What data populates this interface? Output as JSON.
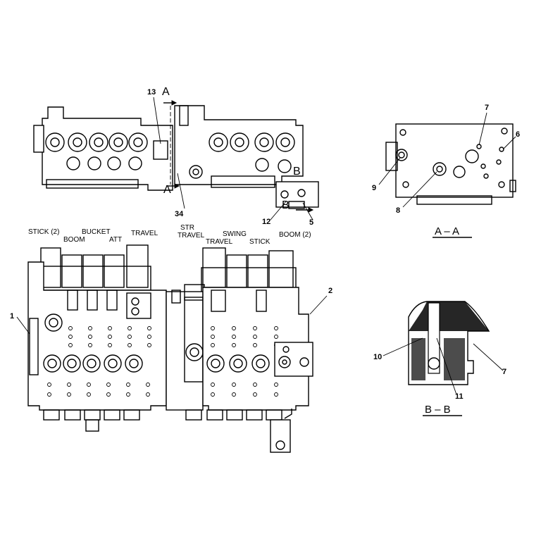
{
  "top_view": {
    "callouts": {
      "n13": "13",
      "n34": "34",
      "n12": "12",
      "n5": "5"
    },
    "section_markers": {
      "a_top": "A",
      "a_bottom": "A",
      "b_right": "B",
      "b_bottom": "B"
    }
  },
  "section_aa": {
    "title": "A – A",
    "callouts": {
      "n7": "7",
      "n6": "6",
      "n9": "9",
      "n8": "8"
    }
  },
  "section_bb": {
    "title": "B – B",
    "callouts": {
      "n10": "10",
      "n11": "11",
      "n7": "7"
    }
  },
  "front_view": {
    "function_labels": {
      "stick2": "STICK (2)",
      "boom": "BOOM",
      "bucket": "BUCKET",
      "att": "ATT",
      "travel_left": "TRAVEL",
      "str_travel_1": "STR",
      "str_travel_2": "TRAVEL",
      "travel_right": "TRAVEL",
      "swing": "SWING",
      "stick": "STICK",
      "boom2": "BOOM (2)"
    },
    "callouts": {
      "n1": "1",
      "n2": "2"
    }
  }
}
